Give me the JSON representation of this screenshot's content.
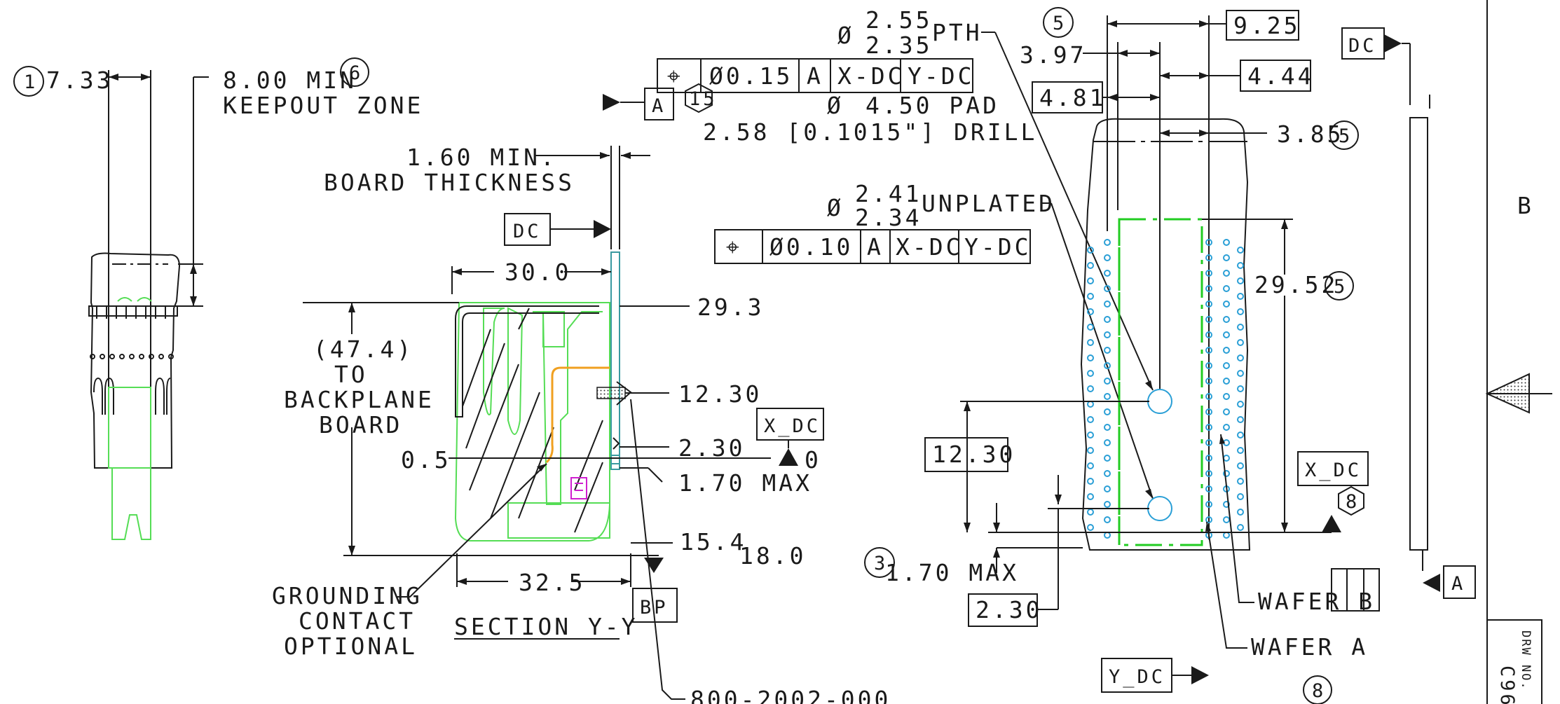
{
  "notes": {
    "note1": "1",
    "dim_733": "7.33",
    "keepout_dim": "8.00 MIN",
    "note6": "6",
    "keepout_label": "KEEPOUT ZONE",
    "board_thick_dim": "1.60 MIN.",
    "board_thick_label": "BOARD THICKNESS",
    "to_backplane_dim": "(47.4)",
    "to_backplane_l1": "TO",
    "to_backplane_l2": "BACKPLANE",
    "to_backplane_l3": "BOARD",
    "grounding_l1": "GROUNDING",
    "grounding_l2": "CONTACT",
    "grounding_l3": "OPTIONAL",
    "section_label": "SECTION  Y-Y",
    "part_number": "800-2002-000",
    "pth_d1": "2.55",
    "pth_d2": "2.35",
    "pth_label": "PTH",
    "note5_pth": "5",
    "pad_label": "4.50 PAD",
    "drill_label": "2.58 [0.1015\"] DRILL",
    "unp_d1": "2.41",
    "unp_d2": "2.34",
    "unp_label": "UNPLATED",
    "dim_300": "30.0",
    "dim_293": "29.3",
    "dim_1230_sec": "12.30",
    "dim_230_sec": "2.30",
    "dim_05": "0.5",
    "dim_170_sec": "1.70 MAX",
    "dim_154": "15.4",
    "dim_180": "18.0",
    "dim_325": "32.5",
    "zero": "0",
    "note5_top": "5",
    "dim_397": "3.97",
    "dim_925": "9.25",
    "dim_444": "4.44",
    "dim_481": "4.81",
    "dim_385": "3.85",
    "note5_385": "5",
    "dim_2952": "29.52",
    "note5_2952": "5",
    "dim_1230_fp": "12.30",
    "note3": "3",
    "dim_170_fp": "1.70 MAX",
    "dim_230_fp": "2.30",
    "wafer_b": "WAFER B",
    "wafer_a": "WAFER A",
    "note8_a": "8",
    "note8_b": "8",
    "zone_b": "B",
    "drw_no_label": "DRW NO.",
    "drw_no_value": "C96"
  },
  "datums": {
    "a_top": "A",
    "note15": "15",
    "dc_left": "DC",
    "x_dc_sec": "X_DC",
    "bp": "BP",
    "dc_right": "DC",
    "x_dc_fp": "X_DC",
    "y_dc": "Y_DC",
    "a_right": "A"
  },
  "fcf1": {
    "cells": [
      "⌖",
      "Ø0.15",
      "A",
      "X-DC",
      "Y-DC"
    ]
  },
  "fcf2": {
    "cells": [
      "⌖",
      "Ø0.10",
      "A",
      "X-DC",
      "Y-DC"
    ]
  },
  "colors": {
    "ink": "#1a1a1a",
    "green_body": "#55dd55",
    "blue_holes": "#2a9fd6",
    "teal_board": "#3a9aa0",
    "orange_contact": "#f0a020",
    "magenta_feature": "#d020d0"
  }
}
